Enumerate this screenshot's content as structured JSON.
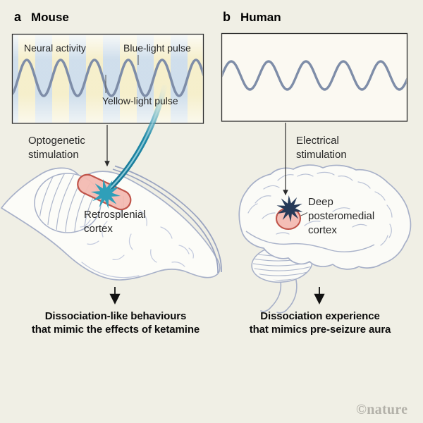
{
  "panel_a": {
    "label": "a",
    "title": "Mouse",
    "signal_box": {
      "neural_activity_label": "Neural activity",
      "blue_pulse_label": "Blue-light pulse",
      "yellow_pulse_label": "Yellow-light pulse"
    },
    "stimulation_label": {
      "line1": "Optogenetic",
      "line2": "stimulation"
    },
    "region_label": {
      "line1": "Retrosplenial",
      "line2": "cortex"
    },
    "outcome": {
      "line1": "Dissociation-like behaviours",
      "line2": "that mimic the effects of ketamine"
    }
  },
  "panel_b": {
    "label": "b",
    "title": "Human",
    "stimulation_label": {
      "line1": "Electrical",
      "line2": "stimulation"
    },
    "region_label": {
      "line1": "Deep",
      "line2": "posteromedial",
      "line3": "cortex"
    },
    "outcome": {
      "line1": "Dissociation experience",
      "line2": "that mimics pre-seizure aura"
    }
  },
  "footer": {
    "logo": "©nature"
  },
  "icons": {
    "mouse_stimulation_site": "starburst",
    "human_stimulation_site": "starburst",
    "fiber": "optic-fiber-cable",
    "arrows": "down-arrow"
  },
  "colors": {
    "background": "#f0efe5",
    "box_fill_a": "#fdfdfa",
    "box_fill_b": "#fbf9f2",
    "box_border": "#2e2e2e",
    "wave": "#7e8da8",
    "blue_pulse": "#cdddeb",
    "yellow_pulse": "#f5eec9",
    "fiber": "#1f89a7",
    "fiber_highlight": "#9ed6e2",
    "mouse_burst": "#2f9fb9",
    "human_burst": "#263a58",
    "region_fill": "#f3bab2",
    "region_stroke": "#c0544a",
    "brain_outline": "#a7b0c8",
    "brain_fill": "#fcfcf8",
    "sulci": "#c3cade",
    "logo": "#b3b1a9"
  }
}
